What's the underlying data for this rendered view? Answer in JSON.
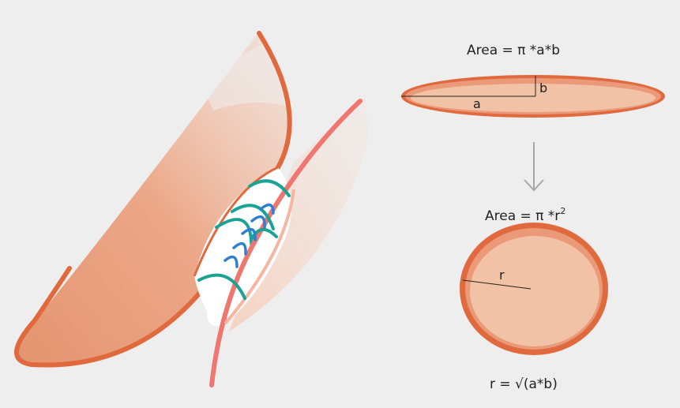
{
  "labels": {
    "ellipse_area_formula": "Area = π *a*b",
    "semi_axis_a": "a",
    "semi_axis_b": "b",
    "circle_area_formula_main": "Area = π *r",
    "circle_area_exponent": "2",
    "radius_label": "r",
    "radius_formula": "r = √(a*b)"
  },
  "colors": {
    "background": "#eeeeee",
    "vessel_outline": "#e06a3e",
    "vessel_fill": "#e8a07e",
    "lumen_fill": "#f2c2a6",
    "lumen_ring": "#ea9a78",
    "suture_green": "#1aa394",
    "suture_blue": "#2f7fd1",
    "arrow_gray": "#a8a8a8"
  },
  "icons": {
    "transform_arrow": "arrow-down-icon"
  }
}
